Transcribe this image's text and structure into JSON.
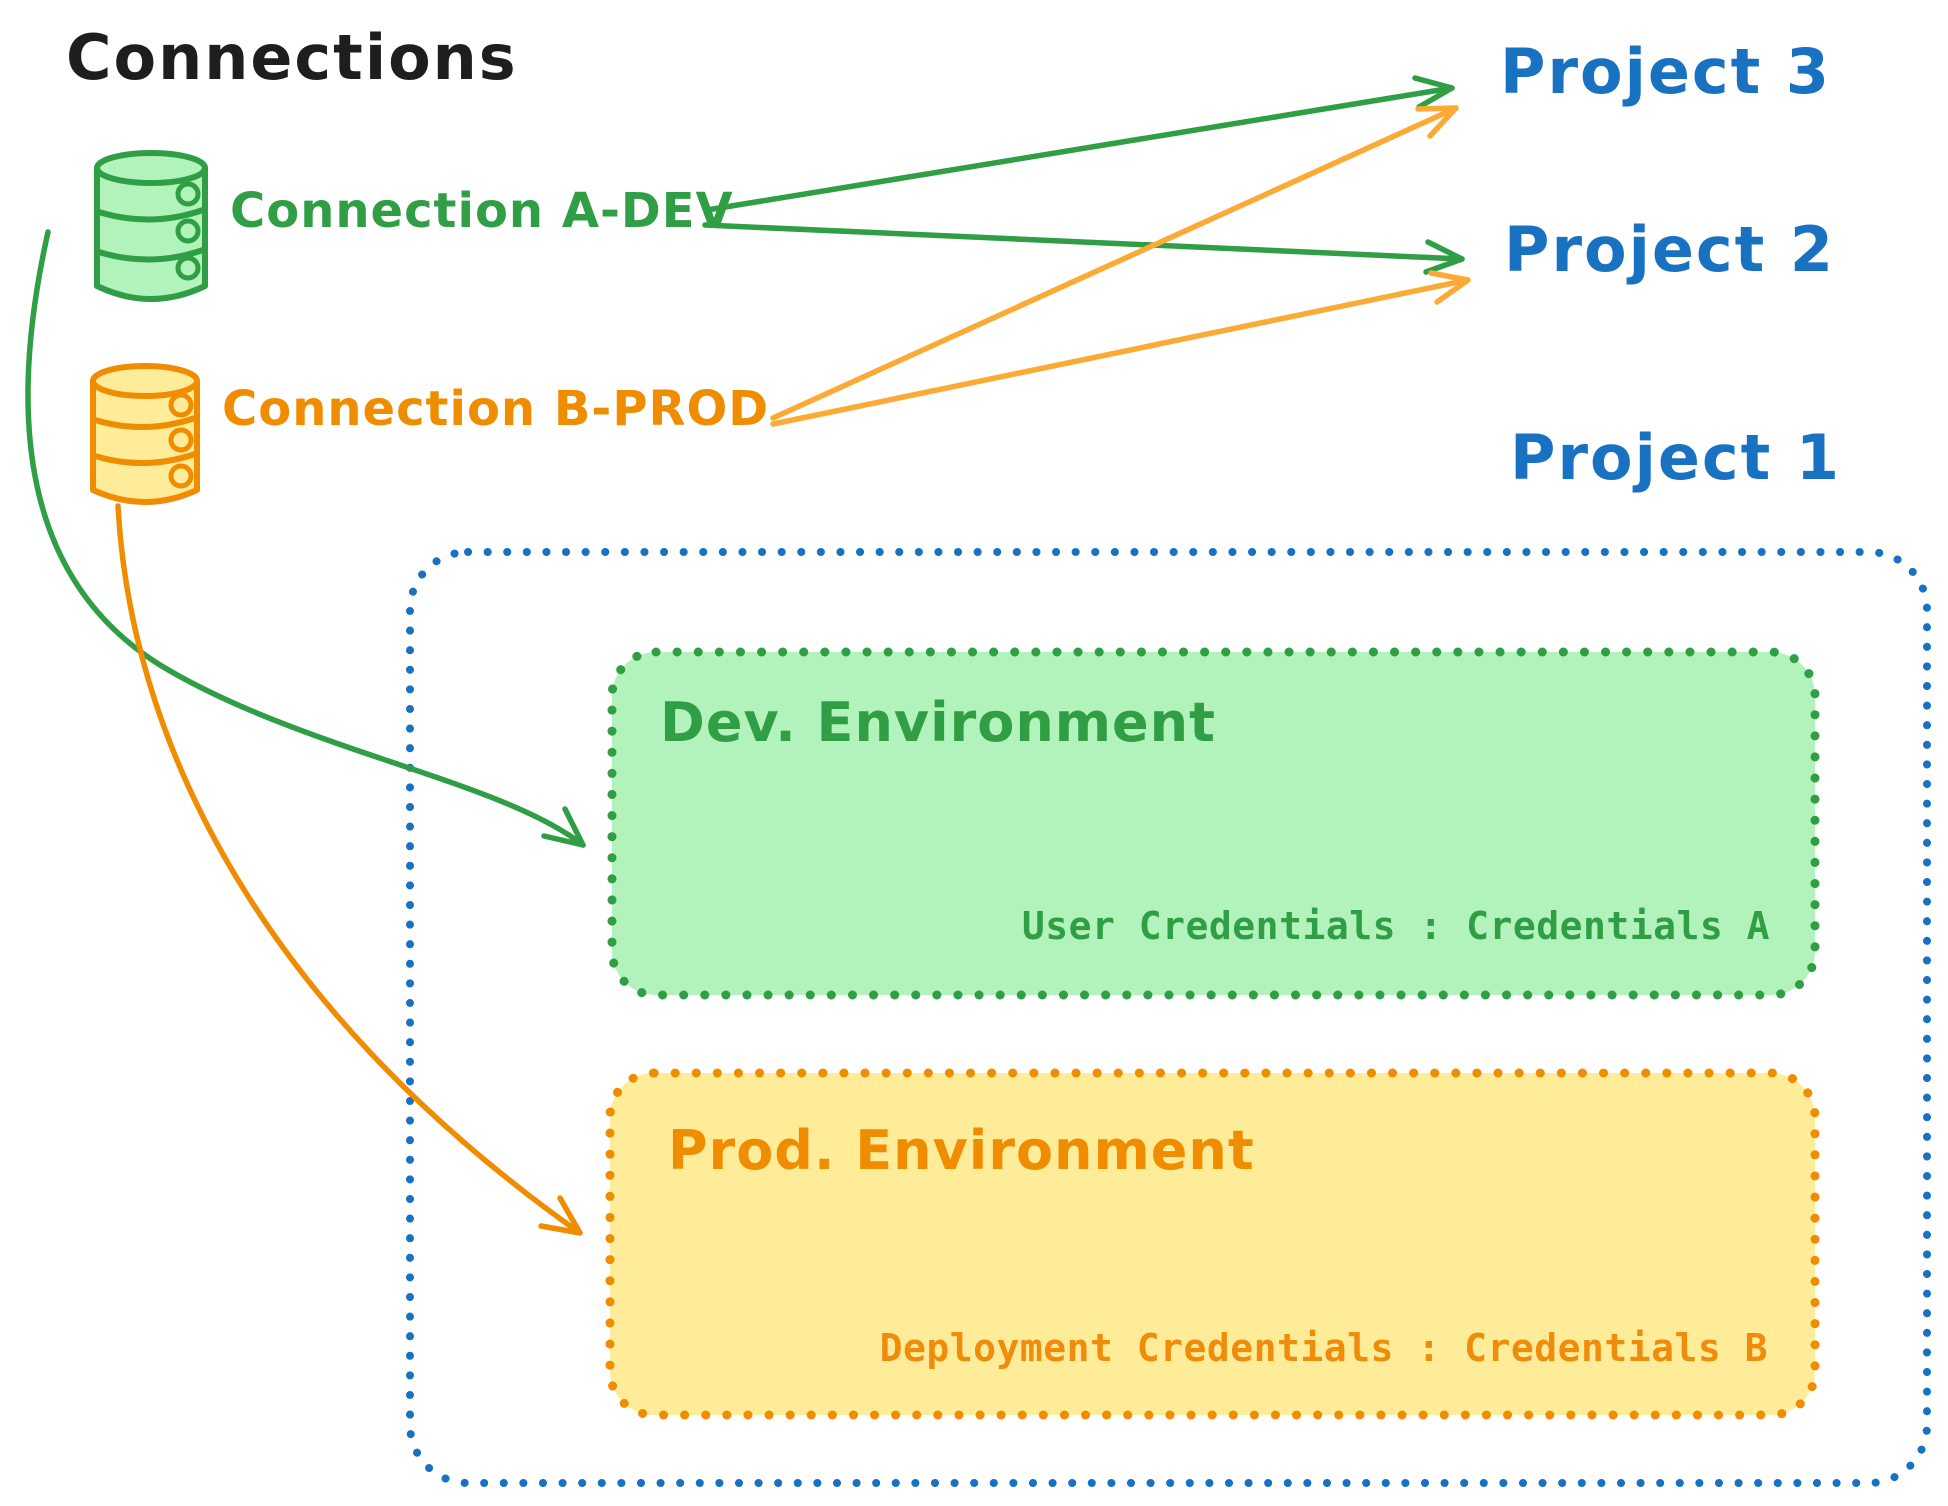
{
  "title": "Connections",
  "colors": {
    "green_stroke": "#2f9e44",
    "green_fill": "#b2f2bb",
    "orange_stroke": "#f08c00",
    "orange_arrow": "#fbab35",
    "orange_fill": "#ffec99",
    "blue": "#1971c2",
    "title_text": "#1e1e1e"
  },
  "connections": [
    {
      "label": "Connection A-DEV",
      "color": "#2f9e44",
      "icon": "database-icon"
    },
    {
      "label": "Connection B-PROD",
      "color": "#f08c00",
      "icon": "database-icon"
    }
  ],
  "projects": [
    {
      "label": "Project 3"
    },
    {
      "label": "Project 2"
    },
    {
      "label": "Project 1"
    }
  ],
  "project1_box": {
    "dev_environment": {
      "title": "Dev. Environment",
      "credentials": "User Credentials : Credentials A"
    },
    "prod_environment": {
      "title": "Prod. Environment",
      "credentials": "Deployment Credentials : Credentials B"
    }
  },
  "edges": [
    {
      "from": "Connection A-DEV",
      "to": "Project 3",
      "color": "green"
    },
    {
      "from": "Connection A-DEV",
      "to": "Project 2",
      "color": "green"
    },
    {
      "from": "Connection A-DEV",
      "to": "Dev. Environment",
      "color": "green"
    },
    {
      "from": "Connection B-PROD",
      "to": "Project 3",
      "color": "orange"
    },
    {
      "from": "Connection B-PROD",
      "to": "Project 2",
      "color": "orange"
    },
    {
      "from": "Connection B-PROD",
      "to": "Prod. Environment",
      "color": "orange"
    }
  ]
}
